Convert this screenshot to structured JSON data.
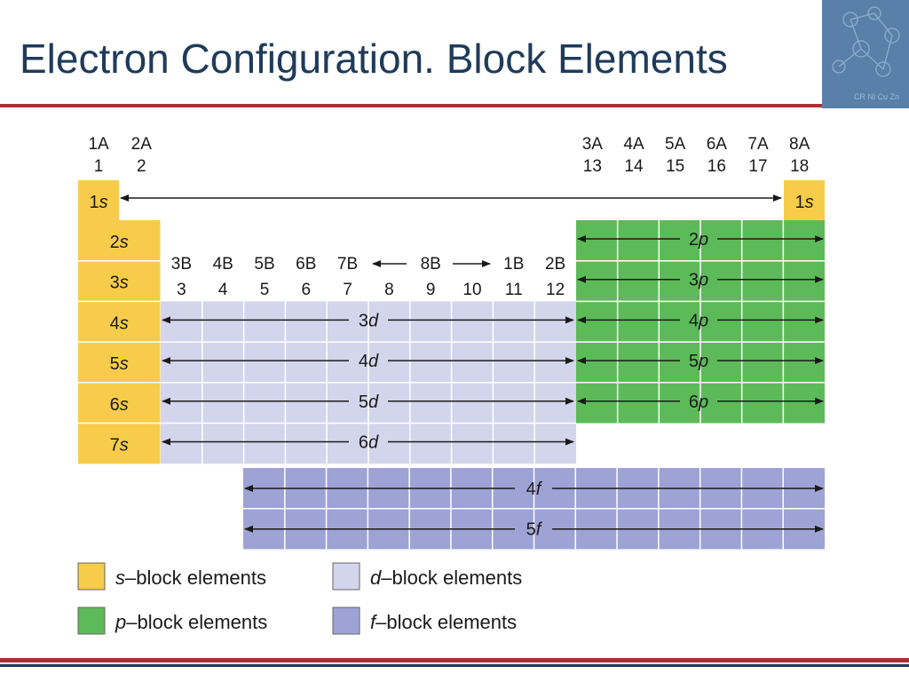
{
  "title": "Electron Configuration. Block Elements",
  "colors": {
    "title": "#1f3b5a",
    "rule_red": "#b22b33",
    "rule_blue": "#1f3b5a",
    "s_block": "#f7cc4a",
    "p_block": "#5cbb58",
    "d_block": "#d3d5ec",
    "f_block": "#9ea3d6",
    "grid_line": "#ffffff",
    "logo_bg": "#5a7fa8"
  },
  "logo": {
    "text": "CR Ni Cu Zn",
    "icon": "molecule-logo-icon"
  },
  "group_headers": {
    "left": [
      {
        "old": "1A",
        "new": "1"
      },
      {
        "old": "2A",
        "new": "2"
      }
    ],
    "right": [
      {
        "old": "3A",
        "new": "13"
      },
      {
        "old": "4A",
        "new": "14"
      },
      {
        "old": "5A",
        "new": "15"
      },
      {
        "old": "6A",
        "new": "16"
      },
      {
        "old": "7A",
        "new": "17"
      },
      {
        "old": "8A",
        "new": "18"
      }
    ],
    "transition": [
      {
        "old": "3B",
        "new": "3"
      },
      {
        "old": "4B",
        "new": "4"
      },
      {
        "old": "5B",
        "new": "5"
      },
      {
        "old": "6B",
        "new": "6"
      },
      {
        "old": "7B",
        "new": "7"
      },
      {
        "old": "",
        "new": "8"
      },
      {
        "old": "8B",
        "new": "9"
      },
      {
        "old": "",
        "new": "10"
      },
      {
        "old": "1B",
        "new": "11"
      },
      {
        "old": "2B",
        "new": "12"
      }
    ]
  },
  "s_block": {
    "h_num": "1",
    "h_sub": "s",
    "rows": [
      {
        "num": "2",
        "sub": "s"
      },
      {
        "num": "3",
        "sub": "s"
      },
      {
        "num": "4",
        "sub": "s"
      },
      {
        "num": "5",
        "sub": "s"
      },
      {
        "num": "6",
        "sub": "s"
      },
      {
        "num": "7",
        "sub": "s"
      }
    ]
  },
  "he_block": {
    "num": "1",
    "sub": "s"
  },
  "p_block": [
    {
      "num": "2",
      "sub": "p"
    },
    {
      "num": "3",
      "sub": "p"
    },
    {
      "num": "4",
      "sub": "p"
    },
    {
      "num": "5",
      "sub": "p"
    },
    {
      "num": "6",
      "sub": "p"
    }
  ],
  "d_block": [
    {
      "num": "3",
      "sub": "d"
    },
    {
      "num": "4",
      "sub": "d"
    },
    {
      "num": "5",
      "sub": "d"
    },
    {
      "num": "6",
      "sub": "d"
    }
  ],
  "f_block": [
    {
      "num": "4",
      "sub": "f"
    },
    {
      "num": "5",
      "sub": "f"
    }
  ],
  "legend": [
    {
      "key": "s",
      "sub": "s",
      "text": "–block elements"
    },
    {
      "key": "d",
      "sub": "d",
      "text": "–block elements"
    },
    {
      "key": "p",
      "sub": "p",
      "text": "–block elements"
    },
    {
      "key": "f",
      "sub": "f",
      "text": "–block elements"
    }
  ]
}
